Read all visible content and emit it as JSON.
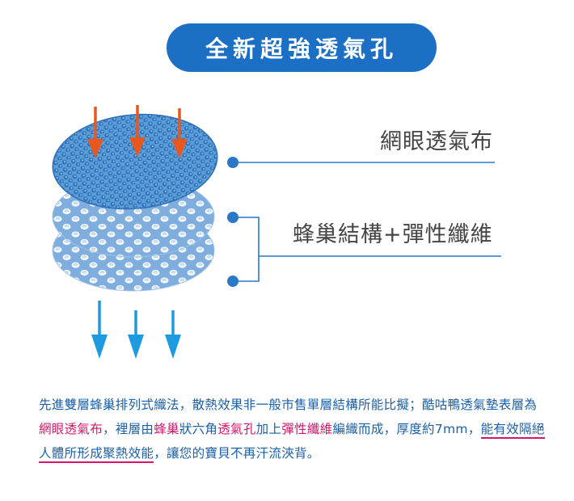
{
  "title": "全新超強透氣孔",
  "labels": {
    "mesh": "網眼透氣布",
    "honeycomb": "蜂巢結構+彈性纖維"
  },
  "colors": {
    "title_bg": "#1b6fc4",
    "arrow_in": "#e8581c",
    "arrow_out": "#1e9be0",
    "connector": "#2a78c8",
    "text": "#1a5fa8",
    "highlight": "#d6156b"
  },
  "description": {
    "p1": "先進雙層蜂巢排列式織法，散熱效果非一般市售單層結構所能比擬；酷咕鴨透氣墊表層為",
    "h1": "網眼透氣布",
    "p2": "，裡層由",
    "h2": "蜂巢",
    "p3": "狀六角",
    "h3": "透氣孔",
    "p4": "加上",
    "h4": "彈性纖維",
    "p5": "編織而成，厚度約7mm，",
    "u1": "能有效隔絕人體所形成聚熱效能",
    "p6": "，讓您的寶貝不再汗流浹背。"
  }
}
